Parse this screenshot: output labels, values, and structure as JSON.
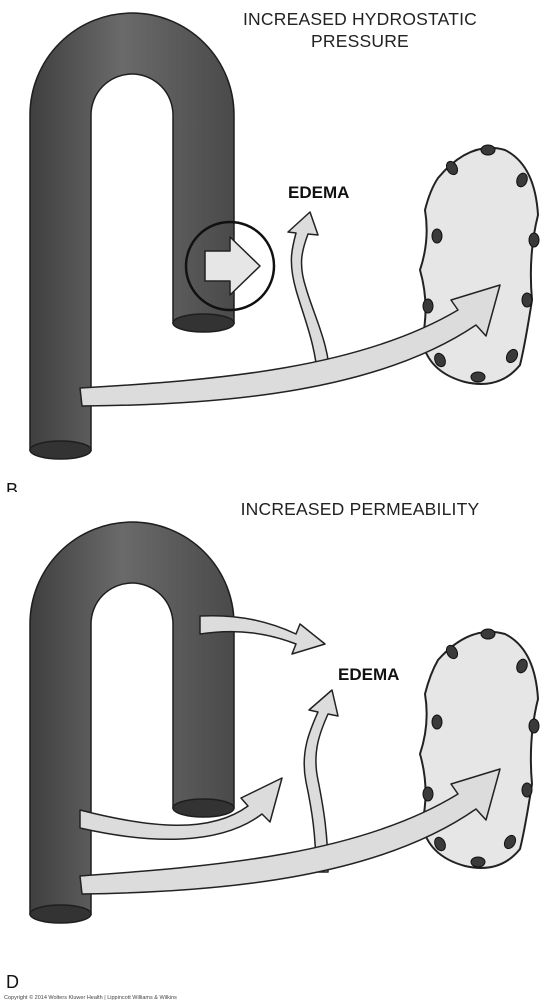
{
  "panel_b": {
    "title_line1": "INCREASED HYDROSTATIC",
    "title_line2": "PRESSURE",
    "edema_label": "EDEMA",
    "panel_letter": "B"
  },
  "panel_d": {
    "title": "INCREASED PERMEABILITY",
    "edema_label": "EDEMA",
    "panel_letter": "D"
  },
  "copyright": "Copyright © 2014 Wolters Kluwer Health | Lippincott Williams & Wilkins",
  "colors": {
    "vessel": "#595959",
    "vessel_edge": "#1e1e1e",
    "arrow_fill": "#dddddd",
    "cell_fill": "#e4e4e4",
    "nucleus": "#3a3a3a"
  }
}
